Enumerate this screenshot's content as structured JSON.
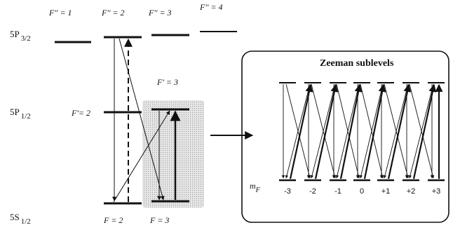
{
  "levels": {
    "p32": {
      "main": "5P",
      "sub": "3/2"
    },
    "p12": {
      "main": "5P",
      "sub": "1/2"
    },
    "s12": {
      "main": "5S",
      "sub": "1/2"
    }
  },
  "hyperfine_labels": {
    "fpp1": "F'' = 1",
    "fpp2": "F'' = 2",
    "fpp3": "F'' = 3",
    "fpp4": "F'' = 4",
    "fp2": "F'= 2",
    "fp3": "F' = 3",
    "f2": "F = 2",
    "f3": "F = 3"
  },
  "zeeman": {
    "title": "Zeeman sublevels",
    "mf_label": "m",
    "mf_sub": "F",
    "sublevels": [
      "-3",
      "-2",
      "-1",
      "0",
      "+1",
      "+2",
      "+3"
    ]
  },
  "colors": {
    "line": "#111111",
    "highlight_fill": "#d9d9d9"
  }
}
